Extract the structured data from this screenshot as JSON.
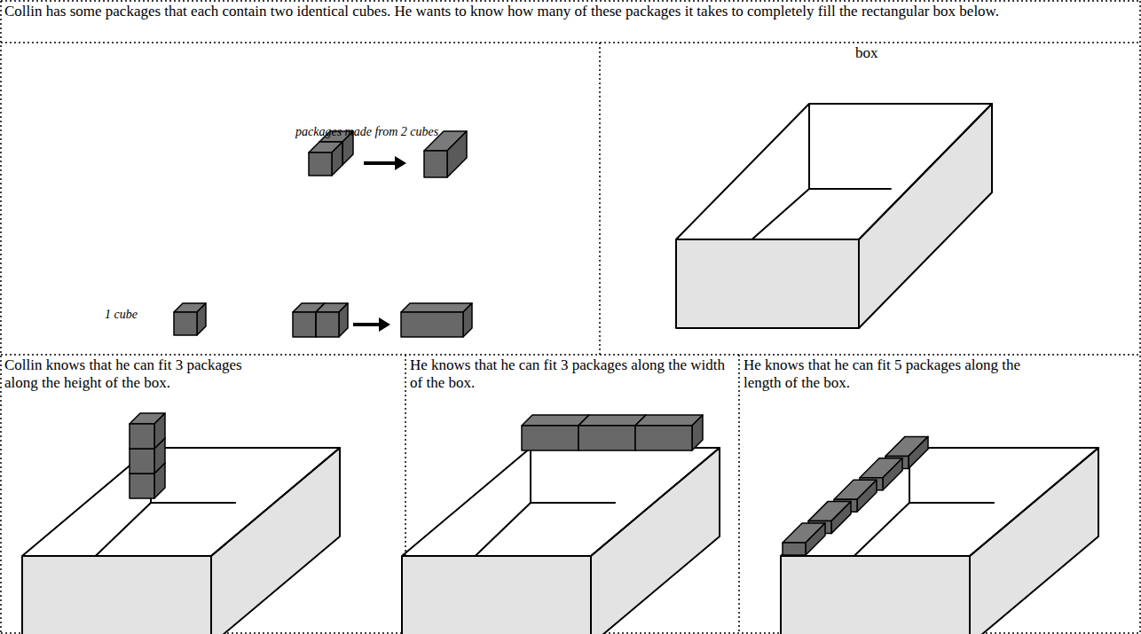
{
  "diagram": {
    "title": "Collin has some packages that each contain two identical cubes. He wants to know how many of these packages it takes to completely fill the rectangular box below.",
    "nodes": [
      {
        "text": [
          "packages made from 2 cubes",
          "1 cube"
        ]
      },
      {
        "text": [
          "box"
        ]
      },
      {
        "text": [
          "Collin knows that he can fit 3 packages along the height of the box."
        ]
      },
      {
        "text": [
          "He knows that he can fit 3 packages along the width of the box."
        ]
      },
      {
        "text": [
          "He knows that he can fit 5 packages along the length of the box."
        ]
      }
    ]
  }
}
